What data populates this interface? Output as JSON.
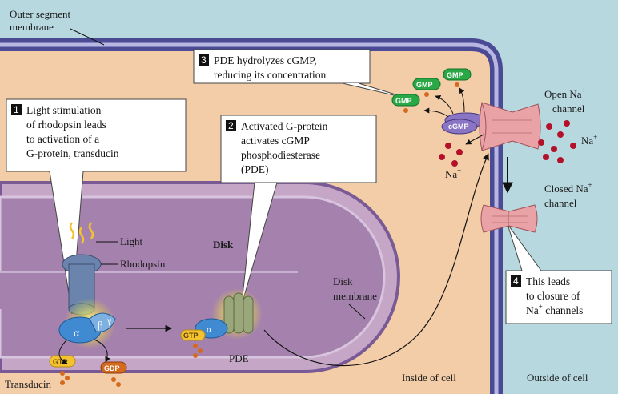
{
  "labels": {
    "outer_segment_membrane": [
      "Outer segment",
      "membrane"
    ],
    "light": "Light",
    "rhodopsin": "Rhodopsin",
    "disk": "Disk",
    "disk_membrane": [
      "Disk",
      "membrane"
    ],
    "transducin": "Transducin",
    "pde": "PDE",
    "open_na_channel": [
      "Open Na",
      "channel"
    ],
    "closed_na_channel": [
      "Closed Na",
      "channel"
    ],
    "na_ion": "Na",
    "na_charge": "+",
    "inside_cell": "Inside of cell",
    "outside_cell": "Outside of cell",
    "alpha": "α",
    "beta": "β",
    "gamma": "γ",
    "gtp": "GTP",
    "gdp": "GDP",
    "gmp": "GMP",
    "cgmp": "cGMP"
  },
  "steps": [
    {
      "num": "1",
      "lines": [
        "Light stimulation",
        "of rhodopsin leads",
        "to activation of a",
        "G-protein, transducin"
      ]
    },
    {
      "num": "2",
      "lines": [
        "Activated G-protein",
        "activates cGMP",
        "phosphodiesterase",
        "(PDE)"
      ]
    },
    {
      "num": "3",
      "lines": [
        "PDE hydrolyzes cGMP,",
        "reducing its concentration"
      ]
    },
    {
      "num": "4",
      "lines": [
        "This leads",
        "to closure of",
        "Na",
        " channels"
      ]
    }
  ],
  "colors": {
    "cytoplasm": "#f3cda8",
    "extracellular": "#b7d8df",
    "membrane_dark": "#4a4a95",
    "membrane_light": "#b7b7e2",
    "disk_fill": "#a582ad",
    "disk_membrane": "#7a5a95",
    "gtp_yellow": "#f2c230",
    "gdp_orange": "#d36a1e",
    "gmp_green": "#2aa845",
    "alpha_blue": "#3f8ad0",
    "rhodopsin_blue": "#6a84ad",
    "pde_green": "#9aa77a",
    "channel_pink": "#e9a3a6",
    "na_red": "#b3112a",
    "cgmp_purple": "#8a75c4",
    "callout_box": "#ffffff"
  }
}
